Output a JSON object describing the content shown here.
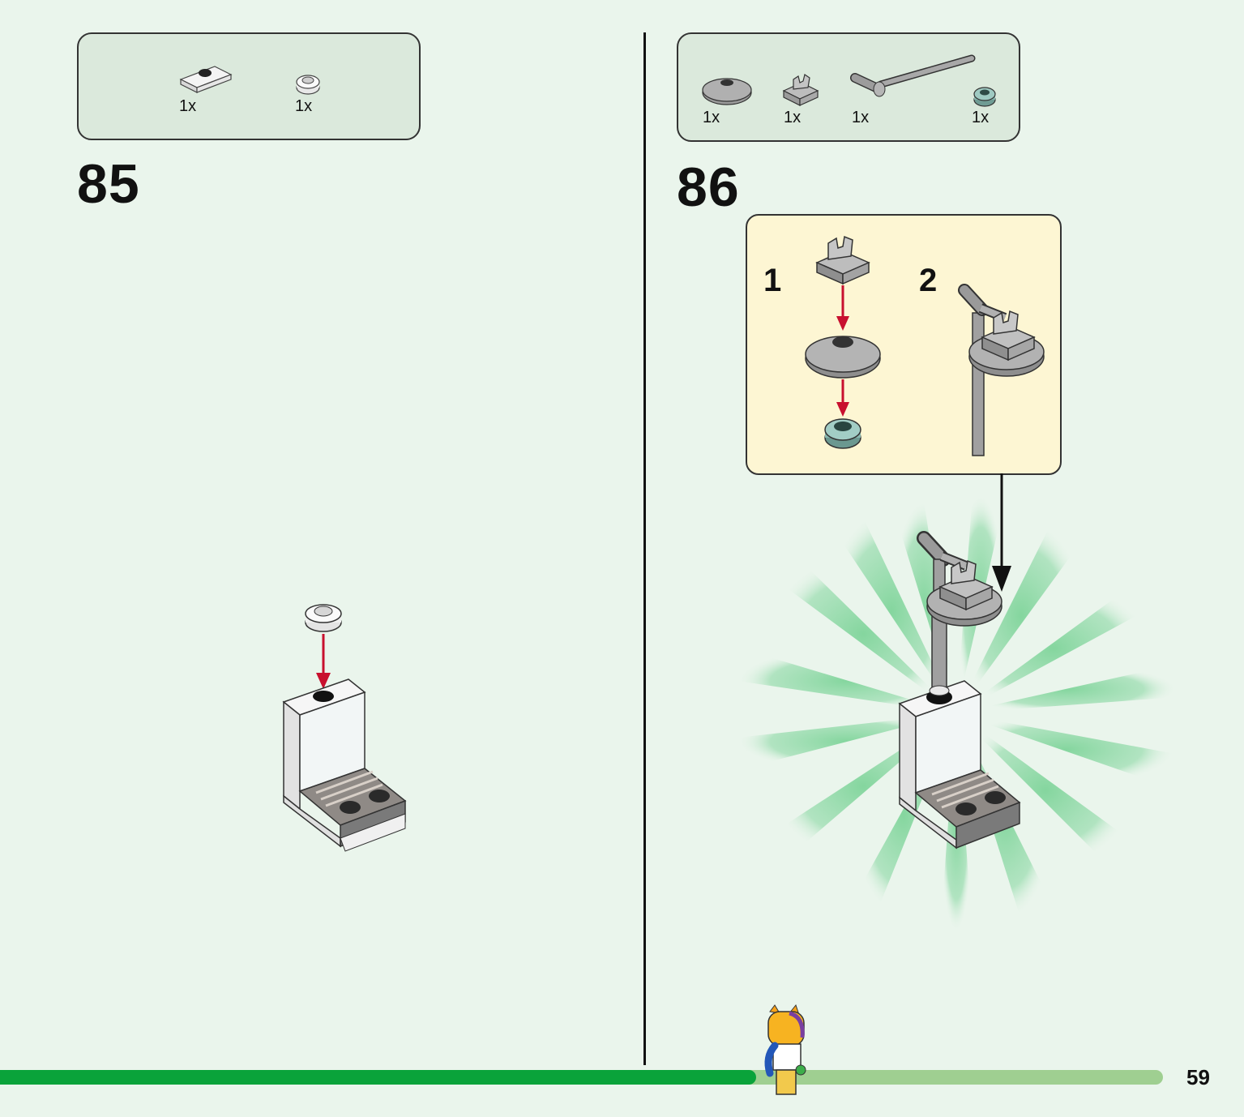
{
  "steps": [
    {
      "number": "85",
      "parts": [
        {
          "icon": "white-jumper-plate-icon",
          "qty": "1x"
        },
        {
          "icon": "white-round-plate-icon",
          "qty": "1x"
        }
      ]
    },
    {
      "number": "86",
      "parts": [
        {
          "icon": "grey-dish-icon",
          "qty": "1x"
        },
        {
          "icon": "grey-clip-plate-icon",
          "qty": "1x"
        },
        {
          "icon": "grey-bar-icon",
          "qty": "1x"
        },
        {
          "icon": "teal-round-plate-icon",
          "qty": "1x"
        }
      ],
      "substeps": [
        "1",
        "2"
      ]
    }
  ],
  "progress": {
    "fraction": 0.65
  },
  "page_number": "59",
  "colors": {
    "background": "#eaf5ec",
    "parts_box": "#dbe9dc",
    "subassembly_box": "#fdf6d3",
    "progress_done": "#0aa33a",
    "progress_remaining": "#9fcf91",
    "arrow_red": "#c8102e",
    "burst_green": "#7fd49a"
  }
}
